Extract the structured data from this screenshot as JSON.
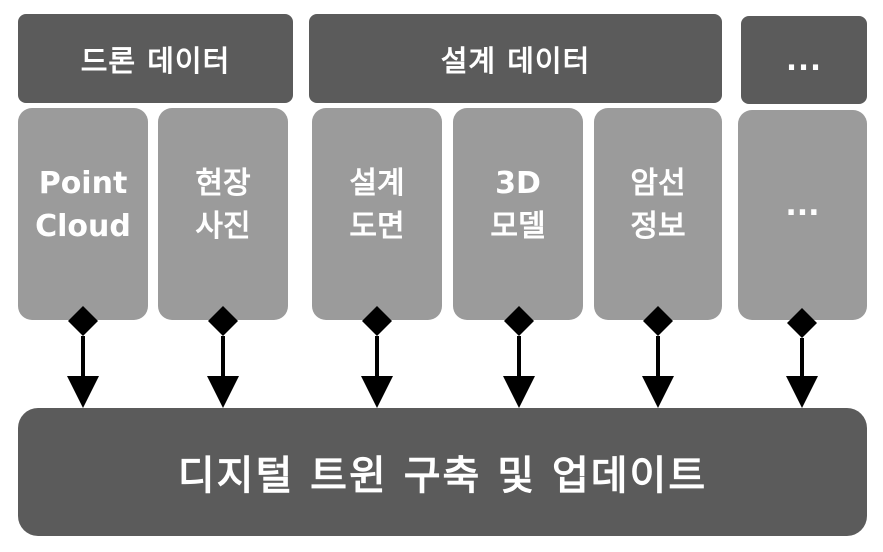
{
  "headers": {
    "drone": "드론 데이터",
    "design": "설계 데이터",
    "other": "..."
  },
  "items": [
    {
      "label": "Point\nCloud"
    },
    {
      "label": "현장\n사진"
    },
    {
      "label": "설계\n도면"
    },
    {
      "label": "3D\n모델"
    },
    {
      "label": "암선\n정보"
    },
    {
      "label": "..."
    }
  ],
  "bottom": {
    "label": "디지털 트윈 구축 및 업데이트"
  },
  "colors": {
    "dark_box": "#5b5b5b",
    "light_box": "#9b9b9b",
    "connector": "#000000"
  }
}
